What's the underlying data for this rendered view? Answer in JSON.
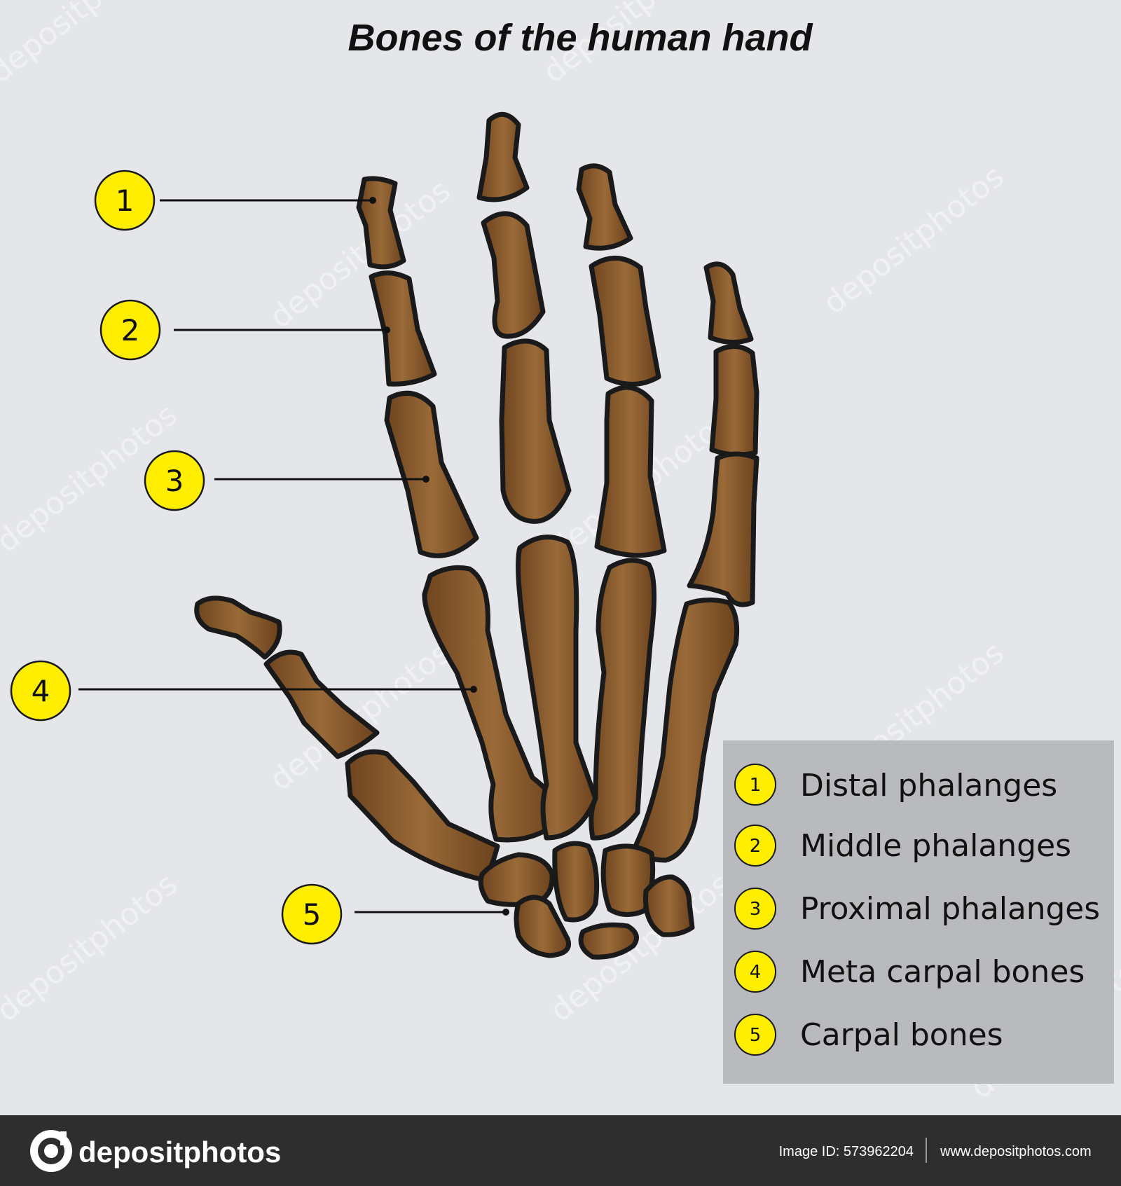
{
  "title": "Bones of the human hand",
  "colors": {
    "background": "#e4e6ea",
    "bone_fill": "#8a5a2c",
    "bone_stroke": "#1a1a1a",
    "marker_fill": "#ffee00",
    "legend_background": "#b9babd",
    "footer_background": "#2e2e2e"
  },
  "callouts": [
    {
      "number": "1"
    },
    {
      "number": "2"
    },
    {
      "number": "3"
    },
    {
      "number": "4"
    },
    {
      "number": "5"
    }
  ],
  "legend": {
    "items": [
      {
        "number": "1",
        "label": "Distal phalanges"
      },
      {
        "number": "2",
        "label": "Middle phalanges"
      },
      {
        "number": "3",
        "label": "Proximal phalanges"
      },
      {
        "number": "4",
        "label": "Meta carpal bones"
      },
      {
        "number": "5",
        "label": "Carpal bones"
      }
    ]
  },
  "footer": {
    "brand": "depositphotos",
    "image_id": "Image ID: 573962204",
    "website": "www.depositphotos.com"
  },
  "watermark": "depositphotos"
}
